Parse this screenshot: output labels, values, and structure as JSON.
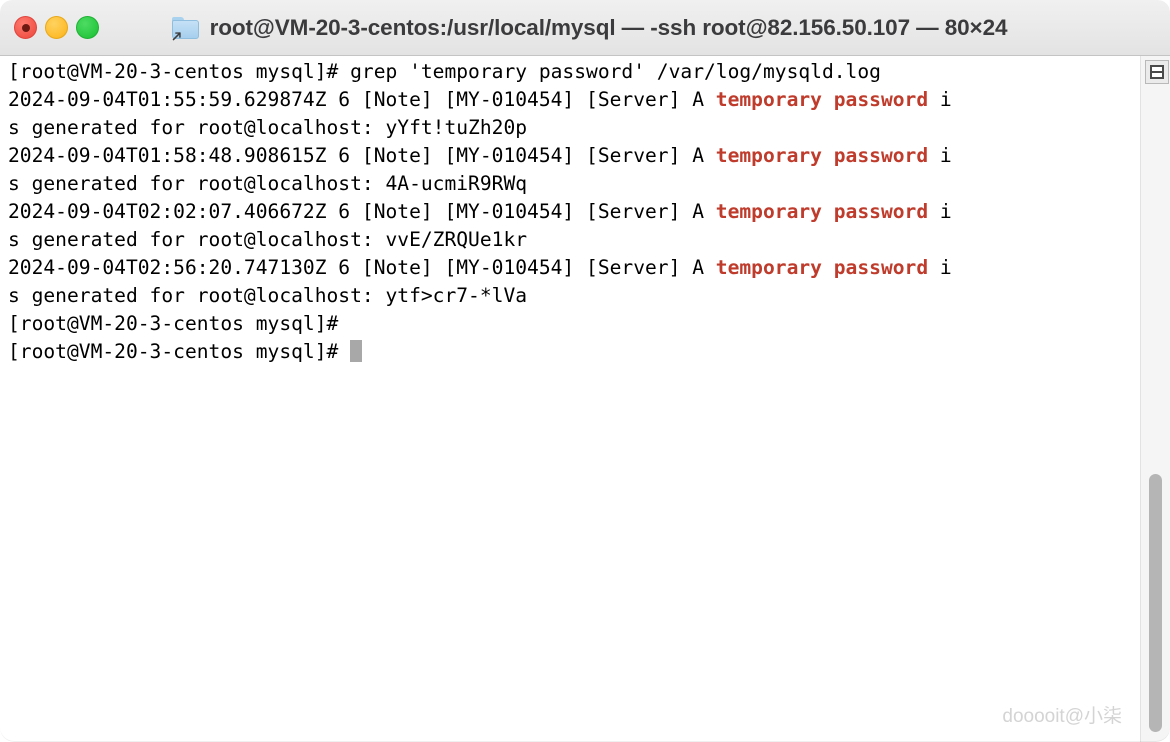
{
  "window": {
    "title": "root@VM-20-3-centos:/usr/local/mysql — -ssh root@82.156.50.107 — 80×24",
    "icon": "folder-alias-icon",
    "traffic_lights": {
      "close_label": "Close",
      "minimize_label": "Minimize",
      "zoom_label": "Zoom"
    }
  },
  "colors": {
    "match_highlight": "#bf3c2c",
    "title_text": "#3b3b3d",
    "terminal_text": "#000000",
    "cursor": "#a8a8a8",
    "watermark": "#d4d4d4",
    "close_button": "#f2554a",
    "minimize_button": "#fdbc2c",
    "zoom_button": "#28c840"
  },
  "terminal": {
    "lines": [
      {
        "segments": [
          {
            "text": "[root@VM-20-3-centos mysql]# grep 'temporary password' /var/log/mysqld.log",
            "match": false
          }
        ]
      },
      {
        "segments": [
          {
            "text": "2024-09-04T01:55:59.629874Z 6 [Note] [MY-010454] [Server] A ",
            "match": false
          },
          {
            "text": "temporary password",
            "match": true
          },
          {
            "text": " i",
            "match": false
          }
        ]
      },
      {
        "segments": [
          {
            "text": "s generated for root@localhost: yYft!tuZh20p",
            "match": false
          }
        ]
      },
      {
        "segments": [
          {
            "text": "2024-09-04T01:58:48.908615Z 6 [Note] [MY-010454] [Server] A ",
            "match": false
          },
          {
            "text": "temporary password",
            "match": true
          },
          {
            "text": " i",
            "match": false
          }
        ]
      },
      {
        "segments": [
          {
            "text": "s generated for root@localhost: 4A-ucmiR9RWq",
            "match": false
          }
        ]
      },
      {
        "segments": [
          {
            "text": "2024-09-04T02:02:07.406672Z 6 [Note] [MY-010454] [Server] A ",
            "match": false
          },
          {
            "text": "temporary password",
            "match": true
          },
          {
            "text": " i",
            "match": false
          }
        ]
      },
      {
        "segments": [
          {
            "text": "s generated for root@localhost: vvE/ZRQUe1kr",
            "match": false
          }
        ]
      },
      {
        "segments": [
          {
            "text": "2024-09-04T02:56:20.747130Z 6 [Note] [MY-010454] [Server] A ",
            "match": false
          },
          {
            "text": "temporary password",
            "match": true
          },
          {
            "text": " i",
            "match": false
          }
        ]
      },
      {
        "segments": [
          {
            "text": "s generated for root@localhost: ytf>cr7-*lVa",
            "match": false
          }
        ]
      },
      {
        "segments": [
          {
            "text": "[root@VM-20-3-centos mysql]#",
            "match": false
          }
        ]
      },
      {
        "segments": [
          {
            "text": "[root@VM-20-3-centos mysql]# ",
            "match": false
          }
        ],
        "cursor": true
      }
    ],
    "command": "grep 'temporary password' /var/log/mysqld.log",
    "prompt": "[root@VM-20-3-centos mysql]#",
    "search_term": "temporary password",
    "log_file": "/var/log/mysqld.log",
    "passwords": [
      "yYft!tuZh20p",
      "4A-ucmiR9RWq",
      "vvE/ZRQUe1kr",
      "ytf>cr7-*lVa"
    ],
    "timestamps": [
      "2024-09-04T01:55:59.629874Z",
      "2024-09-04T01:58:48.908615Z",
      "2024-09-04T02:02:07.406672Z",
      "2024-09-04T02:56:20.747130Z"
    ],
    "error_code": "MY-010454",
    "log_level": "Note",
    "subsystem": "Server",
    "thread_id": "6"
  },
  "scrollbar": {
    "split_pane_label": "Split pane"
  },
  "watermark": {
    "text": "dooooit@小柒"
  }
}
